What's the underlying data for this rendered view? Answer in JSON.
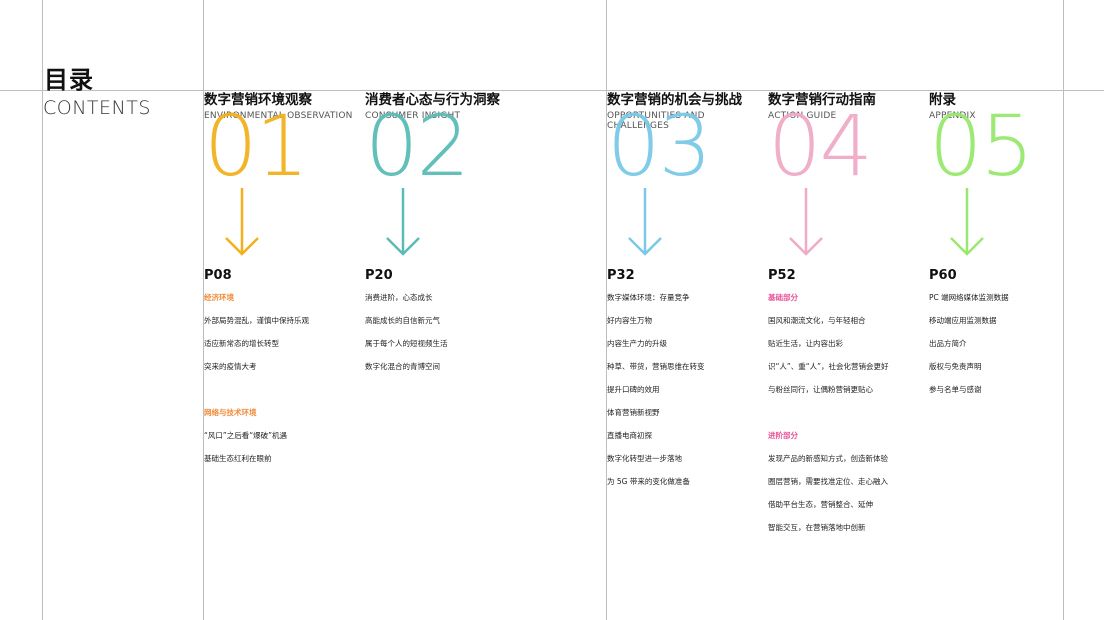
{
  "header": {
    "title_cn": "目录",
    "title_en": "CONTENTS"
  },
  "colors": {
    "c1": "#f2b01e",
    "c2": "#5bbcb7",
    "c3": "#7ac9e6",
    "c4": "#f0aac7",
    "c5": "#98e86f",
    "section_orange": "#f08b3a",
    "section_pink": "#e8559a"
  },
  "sections": [
    {
      "name": "数字营销环境观察",
      "name_en": "ENVIRONMENTAL OBSERVATION",
      "number": "01",
      "page": "P08",
      "groups": [
        {
          "heading": "经济环境",
          "items": [
            "外部局势混乱，谨慎中保持乐观",
            "适应新常态的增长转型",
            "突来的疫情大考"
          ]
        },
        {
          "heading": "网络与技术环境",
          "items": [
            "“风口”之后看“爆破”机遇",
            "基础生态红利在眼前"
          ]
        }
      ]
    },
    {
      "name": "消费者心态与行为洞察",
      "name_en": "CONSUMER INSIGHT",
      "number": "02",
      "page": "P20",
      "groups": [
        {
          "heading": "",
          "items": [
            "消费进阶，心态成长",
            "高能成长的自信新元气",
            "属于每个人的短视频生活",
            "数字化混合的青博空间"
          ]
        }
      ]
    },
    {
      "name": "数字营销的机会与挑战",
      "name_en": "OPPORTUNITIES AND CHALLENGES",
      "number": "03",
      "page": "P32",
      "groups": [
        {
          "heading": "",
          "items": [
            "数字媒体环境：存量竞争",
            "好内容生万物",
            "内容生产力的升级",
            "种草、带货，营销思维在转变",
            "提升口碑的效用",
            "体育营销新视野",
            "直播电商初探",
            "数字化转型进一步落地",
            "为 5G 带来的变化做准备"
          ]
        }
      ]
    },
    {
      "name": "数字营销行动指南",
      "name_en": "ACTION GUIDE",
      "number": "04",
      "page": "P52",
      "groups": [
        {
          "heading": "基础部分",
          "items": [
            "国风和潮流文化，与年轻相合",
            "贴近生活，让内容出彩",
            "识“人”、重“人”，社会化营销会更好",
            "与粉丝同行，让偶粉营销更贴心"
          ]
        },
        {
          "heading": "进阶部分",
          "items": [
            "发现产品的新感知方式，创造新体验",
            "圈层营销，需要找准定位、走心融入",
            "借助平台生态，营销整合、延伸",
            "智能交互，在营销落地中创新"
          ]
        }
      ]
    },
    {
      "name": "附录",
      "name_en": "APPENDIX",
      "number": "05",
      "page": "P60",
      "groups": [
        {
          "heading": "",
          "items": [
            "PC 端网络媒体监测数据",
            "移动端应用监测数据",
            "出品方简介",
            "版权与免责声明",
            "参与名单与感谢"
          ]
        }
      ]
    }
  ]
}
